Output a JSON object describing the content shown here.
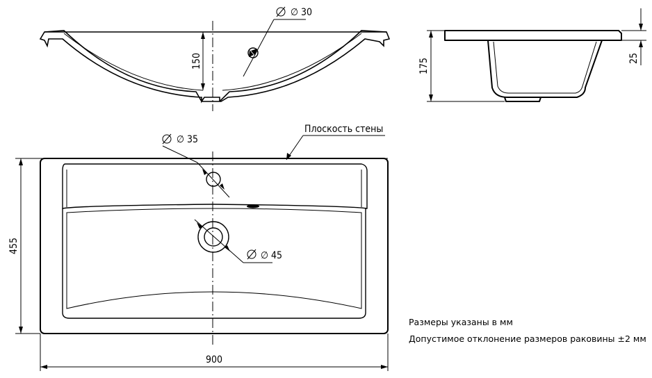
{
  "front_view": {
    "hole_dim": "∅ 30",
    "depth_dim": "150"
  },
  "side_view": {
    "height_dim": "175",
    "rim_dim": "25"
  },
  "top_view": {
    "wall_label": "Плоскость стены",
    "faucet_hole_dim": "∅ 35",
    "drain_dim": "∅ 45",
    "depth_dim": "455",
    "width_dim": "900"
  },
  "notes": {
    "line1": "Размеры указаны в мм",
    "line2": "Допустимое отклонение размеров раковины ±2 мм"
  }
}
